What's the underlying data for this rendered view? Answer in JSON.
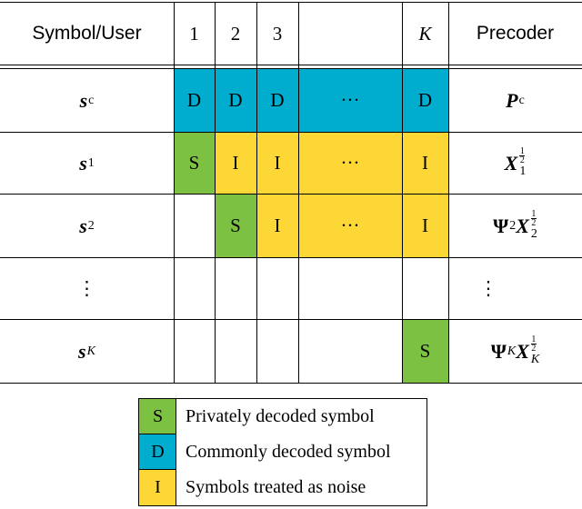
{
  "colors": {
    "private": "#7dc142",
    "common": "#00adcf",
    "noise": "#fcd736"
  },
  "table": {
    "header": {
      "symbol_user": "Symbol/User",
      "user_cols": [
        "1",
        "2",
        "3",
        "",
        "K"
      ],
      "precoder": "Precoder"
    },
    "rows": [
      {
        "symbol": "s",
        "symbol_sub": "c",
        "cells": [
          "D",
          "D",
          "D",
          "···",
          "D"
        ],
        "precoder": "P",
        "precoder_sub": "c"
      },
      {
        "symbol": "s",
        "symbol_sub": "1",
        "cells": [
          "S",
          "I",
          "I",
          "···",
          "I"
        ],
        "precoder": "X",
        "precoder_sub": "1",
        "precoder_sup": "1/2"
      },
      {
        "symbol": "s",
        "symbol_sub": "2",
        "cells": [
          "",
          "S",
          "I",
          "···",
          "I"
        ],
        "precoder_pre": "Ψ",
        "precoder_pre_sub": "2",
        "precoder": "X",
        "precoder_sub": "2",
        "precoder_sup": "1/2"
      },
      {
        "symbol": "⋮",
        "cells": [
          "",
          "",
          "",
          "",
          ""
        ],
        "precoder": "⋮"
      },
      {
        "symbol": "s",
        "symbol_sub": "K",
        "cells": [
          "",
          "",
          "",
          "",
          "S"
        ],
        "precoder_pre": "Ψ",
        "precoder_pre_sub": "K",
        "precoder": "X",
        "precoder_sub": "K",
        "precoder_sup": "1/2"
      }
    ]
  },
  "legend": [
    {
      "key": "S",
      "label": "Privately decoded symbol",
      "color": "private"
    },
    {
      "key": "D",
      "label": "Commonly decoded symbol",
      "color": "common"
    },
    {
      "key": "I",
      "label": "Symbols treated as noise",
      "color": "noise"
    }
  ]
}
